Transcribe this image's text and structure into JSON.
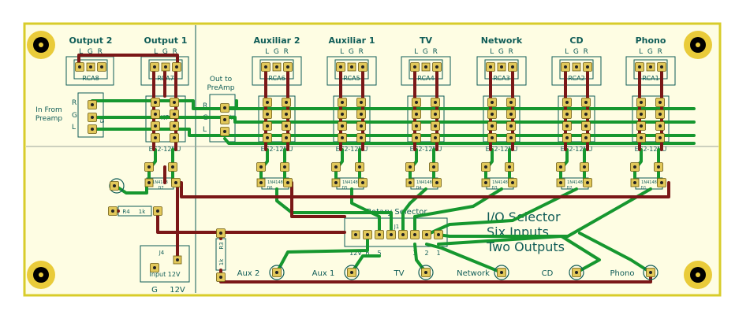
{
  "colors": {
    "board": "#fefde3",
    "outline": "#d8cc2a",
    "silkscreen": "#0f5c57",
    "top_copper": "#7a1717",
    "bottom_copper": "#16972f",
    "pad": "#e2c85a"
  },
  "title": {
    "line1": "I/O Selector",
    "line2": "Six Inputs",
    "line3": "Two Outputs"
  },
  "outputs": [
    {
      "label": "Output 2",
      "pins": "L  G  R",
      "ref": "RCA8"
    },
    {
      "label": "Output 1",
      "pins": "L  G  R",
      "ref": "RCA7"
    }
  ],
  "inputs": [
    {
      "label": "Auxiliar 2",
      "pins": "L  G  R",
      "ref": "RCA6",
      "diode_ref": "D6"
    },
    {
      "label": "Auxiliar 1",
      "pins": "L  G  R",
      "ref": "RCA5",
      "diode_ref": "D5"
    },
    {
      "label": "TV",
      "pins": "L  G  R",
      "ref": "RCA4",
      "diode_ref": "D4"
    },
    {
      "label": "Network",
      "pins": "L  G  R",
      "ref": "RCA3",
      "diode_ref": "D3"
    },
    {
      "label": "CD",
      "pins": "L  G  R",
      "ref": "RCA2",
      "diode_ref": "D2"
    },
    {
      "label": "Phono",
      "pins": "L  G  R",
      "ref": "RCA1",
      "diode_ref": "D1"
    }
  ],
  "relay_part": "EC2-12NU",
  "relay_k7": "K7",
  "diode_part": "1N4148",
  "diode_d7": "D7",
  "in_from_preamp": {
    "line1": "In From",
    "line2": "Preamp",
    "ref": "J3"
  },
  "out_to_preamp": {
    "line1": "Out to",
    "line2": "PreAmp",
    "ref": "J2"
  },
  "rgl": [
    "R",
    "G",
    "L"
  ],
  "rotary": {
    "label": "Rotary Selector",
    "ref": "J1",
    "pin_labels": [
      "12V",
      "6",
      "5",
      "3",
      "2",
      "1"
    ]
  },
  "resistor_r4": {
    "ref": "R4",
    "value": "1k"
  },
  "resistor_r3": {
    "ref": "R3",
    "value": "1k"
  },
  "power": {
    "ref": "J4",
    "label": "Input 12V",
    "pin_g": "G",
    "pin_12v": "12V"
  },
  "led_labels": [
    "Aux 2",
    "Aux 1",
    "TV",
    "Network",
    "CD",
    "Phono"
  ]
}
